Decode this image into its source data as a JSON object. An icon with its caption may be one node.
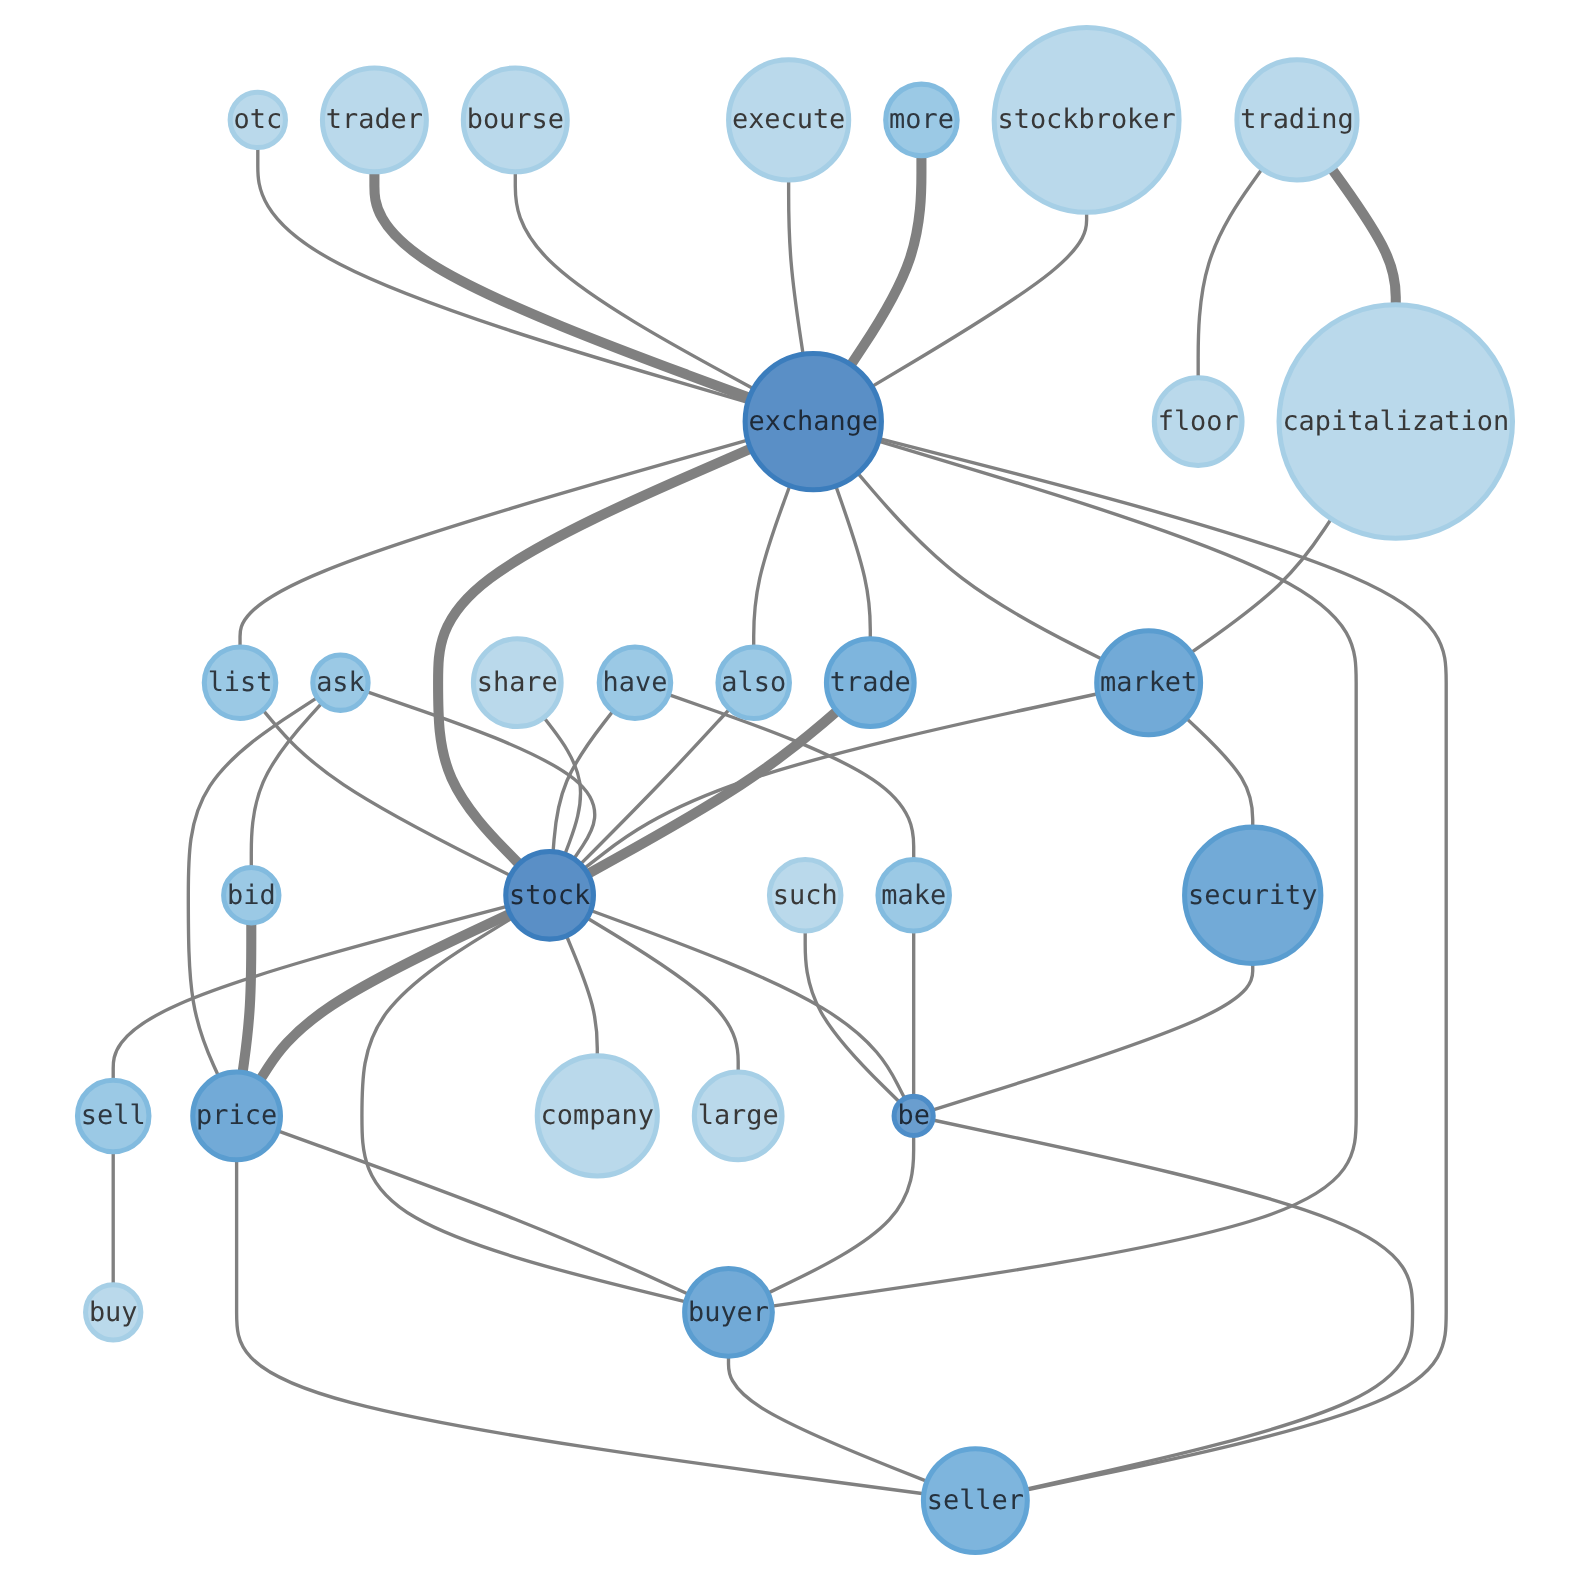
{
  "diagram": {
    "nodes": [
      {
        "text": [
          "otc"
        ]
      },
      {
        "text": [
          "share"
        ]
      },
      {
        "text": [
          "trader"
        ]
      },
      {
        "text": [
          "list"
        ]
      },
      {
        "text": [
          "sell"
        ]
      },
      {
        "text": [
          "ask"
        ]
      },
      {
        "text": [
          "bourse"
        ]
      },
      {
        "text": [
          "buy"
        ]
      },
      {
        "text": [
          "bid"
        ]
      },
      {
        "text": [
          "execute"
        ]
      },
      {
        "text": [
          "have"
        ]
      },
      {
        "text": [
          "also"
        ]
      },
      {
        "text": [
          "exchange"
        ]
      },
      {
        "text": [
          "more"
        ]
      },
      {
        "text": [
          "stock"
        ]
      },
      {
        "text": [
          "be"
        ]
      },
      {
        "text": [
          "price"
        ]
      },
      {
        "text": [
          "company"
        ]
      },
      {
        "text": [
          "such"
        ]
      },
      {
        "text": [
          "market"
        ]
      },
      {
        "text": [
          "trade"
        ]
      },
      {
        "text": [
          "security"
        ]
      },
      {
        "text": [
          "large"
        ]
      },
      {
        "text": [
          "buyer"
        ]
      },
      {
        "text": [
          "floor"
        ]
      },
      {
        "text": [
          "seller"
        ]
      },
      {
        "text": [
          "make"
        ]
      },
      {
        "text": [
          "capitalization"
        ]
      },
      {
        "text": [
          "stockbroker"
        ]
      },
      {
        "text": [
          "trading"
        ]
      }
    ],
    "edges": [
      {
        "from": 0,
        "to": 12,
        "arrow": "none"
      },
      {
        "from": 2,
        "to": 12,
        "arrow": "none",
        "style": "thick"
      },
      {
        "from": 6,
        "to": 12,
        "arrow": "none"
      },
      {
        "from": 9,
        "to": 12,
        "arrow": "none"
      },
      {
        "from": 12,
        "to": 3,
        "arrow": "none"
      },
      {
        "from": 3,
        "to": 14,
        "arrow": "none"
      },
      {
        "from": 13,
        "to": 12,
        "arrow": "none",
        "style": "thick"
      },
      {
        "from": 12,
        "to": 14,
        "arrow": "none",
        "style": "thick"
      },
      {
        "from": 10,
        "to": 14,
        "arrow": "none"
      },
      {
        "from": 10,
        "to": 26,
        "arrow": "none"
      },
      {
        "from": 1,
        "to": 14,
        "arrow": "none"
      },
      {
        "from": 4,
        "to": 7,
        "arrow": "none"
      },
      {
        "from": 14,
        "to": 4,
        "arrow": "none"
      },
      {
        "from": 5,
        "to": 14,
        "arrow": "none"
      },
      {
        "from": 5,
        "to": 8,
        "arrow": "none"
      },
      {
        "from": 5,
        "to": 16,
        "arrow": "none"
      },
      {
        "from": 8,
        "to": 16,
        "arrow": "none",
        "style": "thick"
      },
      {
        "from": 12,
        "to": 11,
        "arrow": "none"
      },
      {
        "from": 11,
        "to": 14,
        "arrow": "none"
      },
      {
        "from": 14,
        "to": 16,
        "arrow": "none",
        "style": "thick"
      },
      {
        "from": 14,
        "to": 17,
        "arrow": "none"
      },
      {
        "from": 14,
        "to": 22,
        "arrow": "none"
      },
      {
        "from": 14,
        "to": 23,
        "arrow": "none"
      },
      {
        "from": 16,
        "to": 23,
        "arrow": "none"
      },
      {
        "from": 16,
        "to": 25,
        "arrow": "none"
      },
      {
        "from": 23,
        "to": 25,
        "arrow": "none"
      },
      {
        "from": 18,
        "to": 15,
        "arrow": "none"
      },
      {
        "from": 14,
        "to": 15,
        "arrow": "none"
      },
      {
        "from": 19,
        "to": 14,
        "arrow": "none"
      },
      {
        "from": 20,
        "to": 14,
        "arrow": "none",
        "style": "thick"
      },
      {
        "from": 12,
        "to": 19,
        "arrow": "none"
      },
      {
        "from": 12,
        "to": 20,
        "arrow": "none"
      },
      {
        "from": 19,
        "to": 21,
        "arrow": "none"
      },
      {
        "from": 27,
        "to": 19,
        "arrow": "none"
      },
      {
        "from": 29,
        "to": 24,
        "arrow": "none"
      },
      {
        "from": 29,
        "to": 27,
        "arrow": "none",
        "style": "thick"
      },
      {
        "from": 26,
        "to": 15,
        "arrow": "none"
      },
      {
        "from": 21,
        "to": 15,
        "arrow": "none"
      },
      {
        "from": 15,
        "to": 23,
        "arrow": "none"
      },
      {
        "from": 15,
        "to": 25,
        "arrow": "none"
      },
      {
        "from": 12,
        "to": 23,
        "arrow": "none"
      },
      {
        "from": 12,
        "to": 25,
        "arrow": "none"
      },
      {
        "from": 28,
        "to": 12,
        "arrow": "none"
      }
    ]
  }
}
